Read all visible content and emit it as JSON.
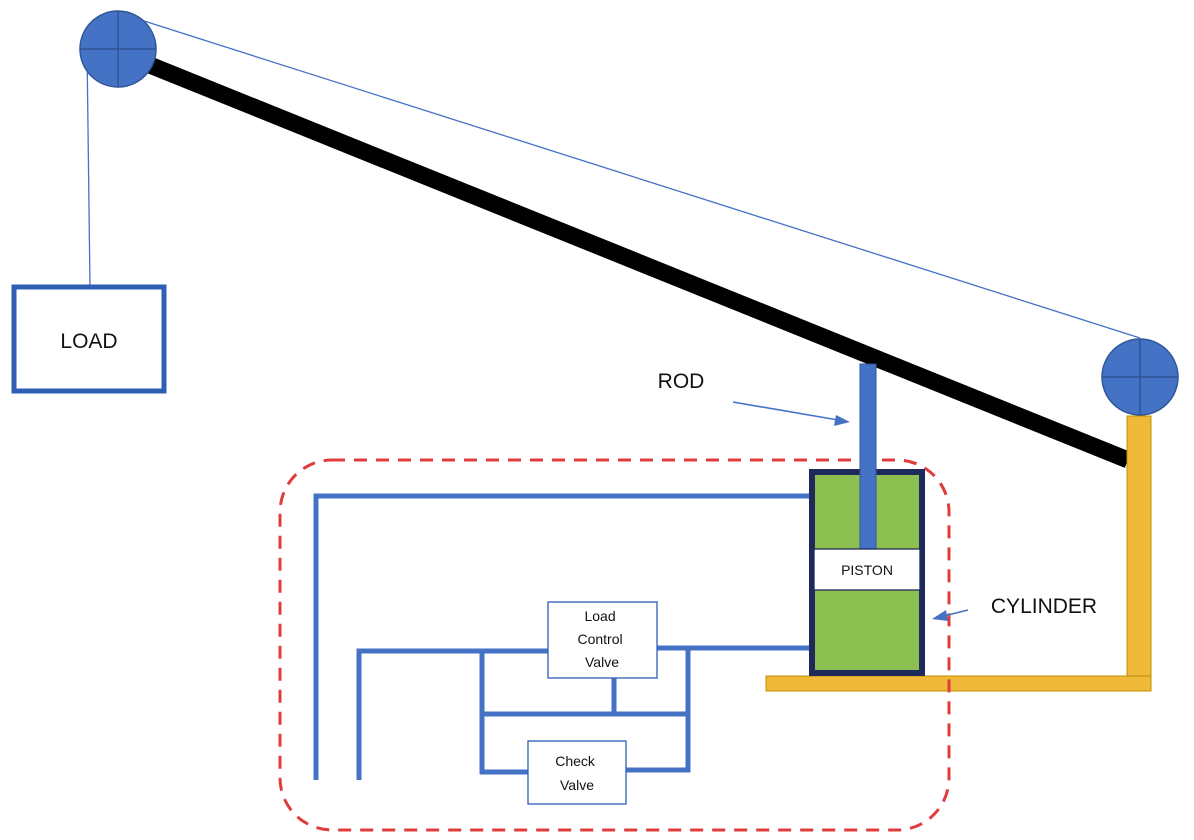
{
  "labels": {
    "load": "LOAD",
    "rod": "ROD",
    "piston": "PISTON",
    "cylinder": "CYLINDER",
    "load_control_valve": [
      "Load",
      "Control",
      "Valve"
    ],
    "check_valve": [
      "Check",
      "Valve"
    ]
  },
  "colors": {
    "pulley": "#4472c4",
    "pulley_outline": "#2f5597",
    "boom": "#000000",
    "cable": "#4472c4",
    "frame": "#f0b93a",
    "frame_outline": "#bf9000",
    "cylinder_fill": "#8cc152",
    "cylinder_border": "#1f2a5c",
    "hydraulic_line": "#4472c4",
    "dashed_boundary": "#e03c3c",
    "box_border": "#2e5fb5"
  }
}
